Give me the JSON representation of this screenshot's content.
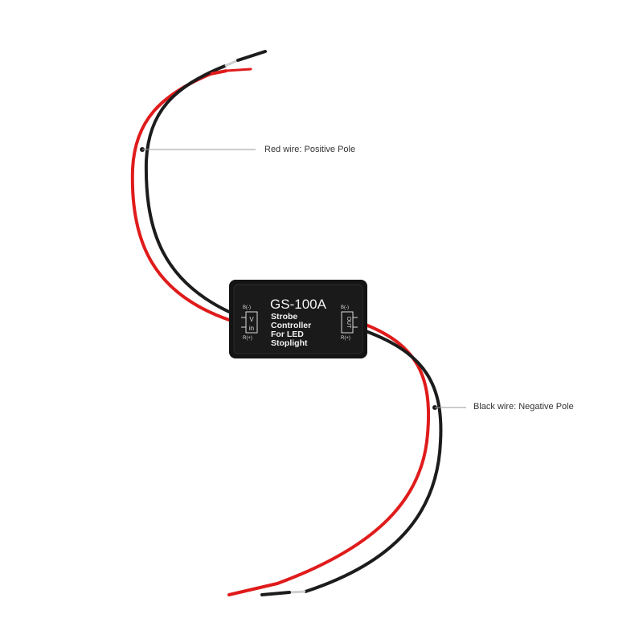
{
  "callouts": {
    "red_wire": "Red wire: Positive Pole",
    "black_wire": "Black wire: Negative Pole"
  },
  "module": {
    "model": "GS-100A",
    "line1": "Strobe",
    "line2": "Controller",
    "line3": "For LED",
    "line4": "Stoplight",
    "left_terminal": {
      "top": "B(-)",
      "label_top": "V",
      "label_bottom": "in",
      "bottom": "R(+)"
    },
    "right_terminal": {
      "top": "B(-)",
      "label": "OUT",
      "bottom": "R(+)"
    }
  },
  "colors": {
    "red_wire": "#e01b1b",
    "black_wire": "#1c1c1c",
    "module_body": "#141414",
    "module_text": "#f2f2f2",
    "callout_line": "#9a9a9a",
    "background": "#ffffff"
  }
}
